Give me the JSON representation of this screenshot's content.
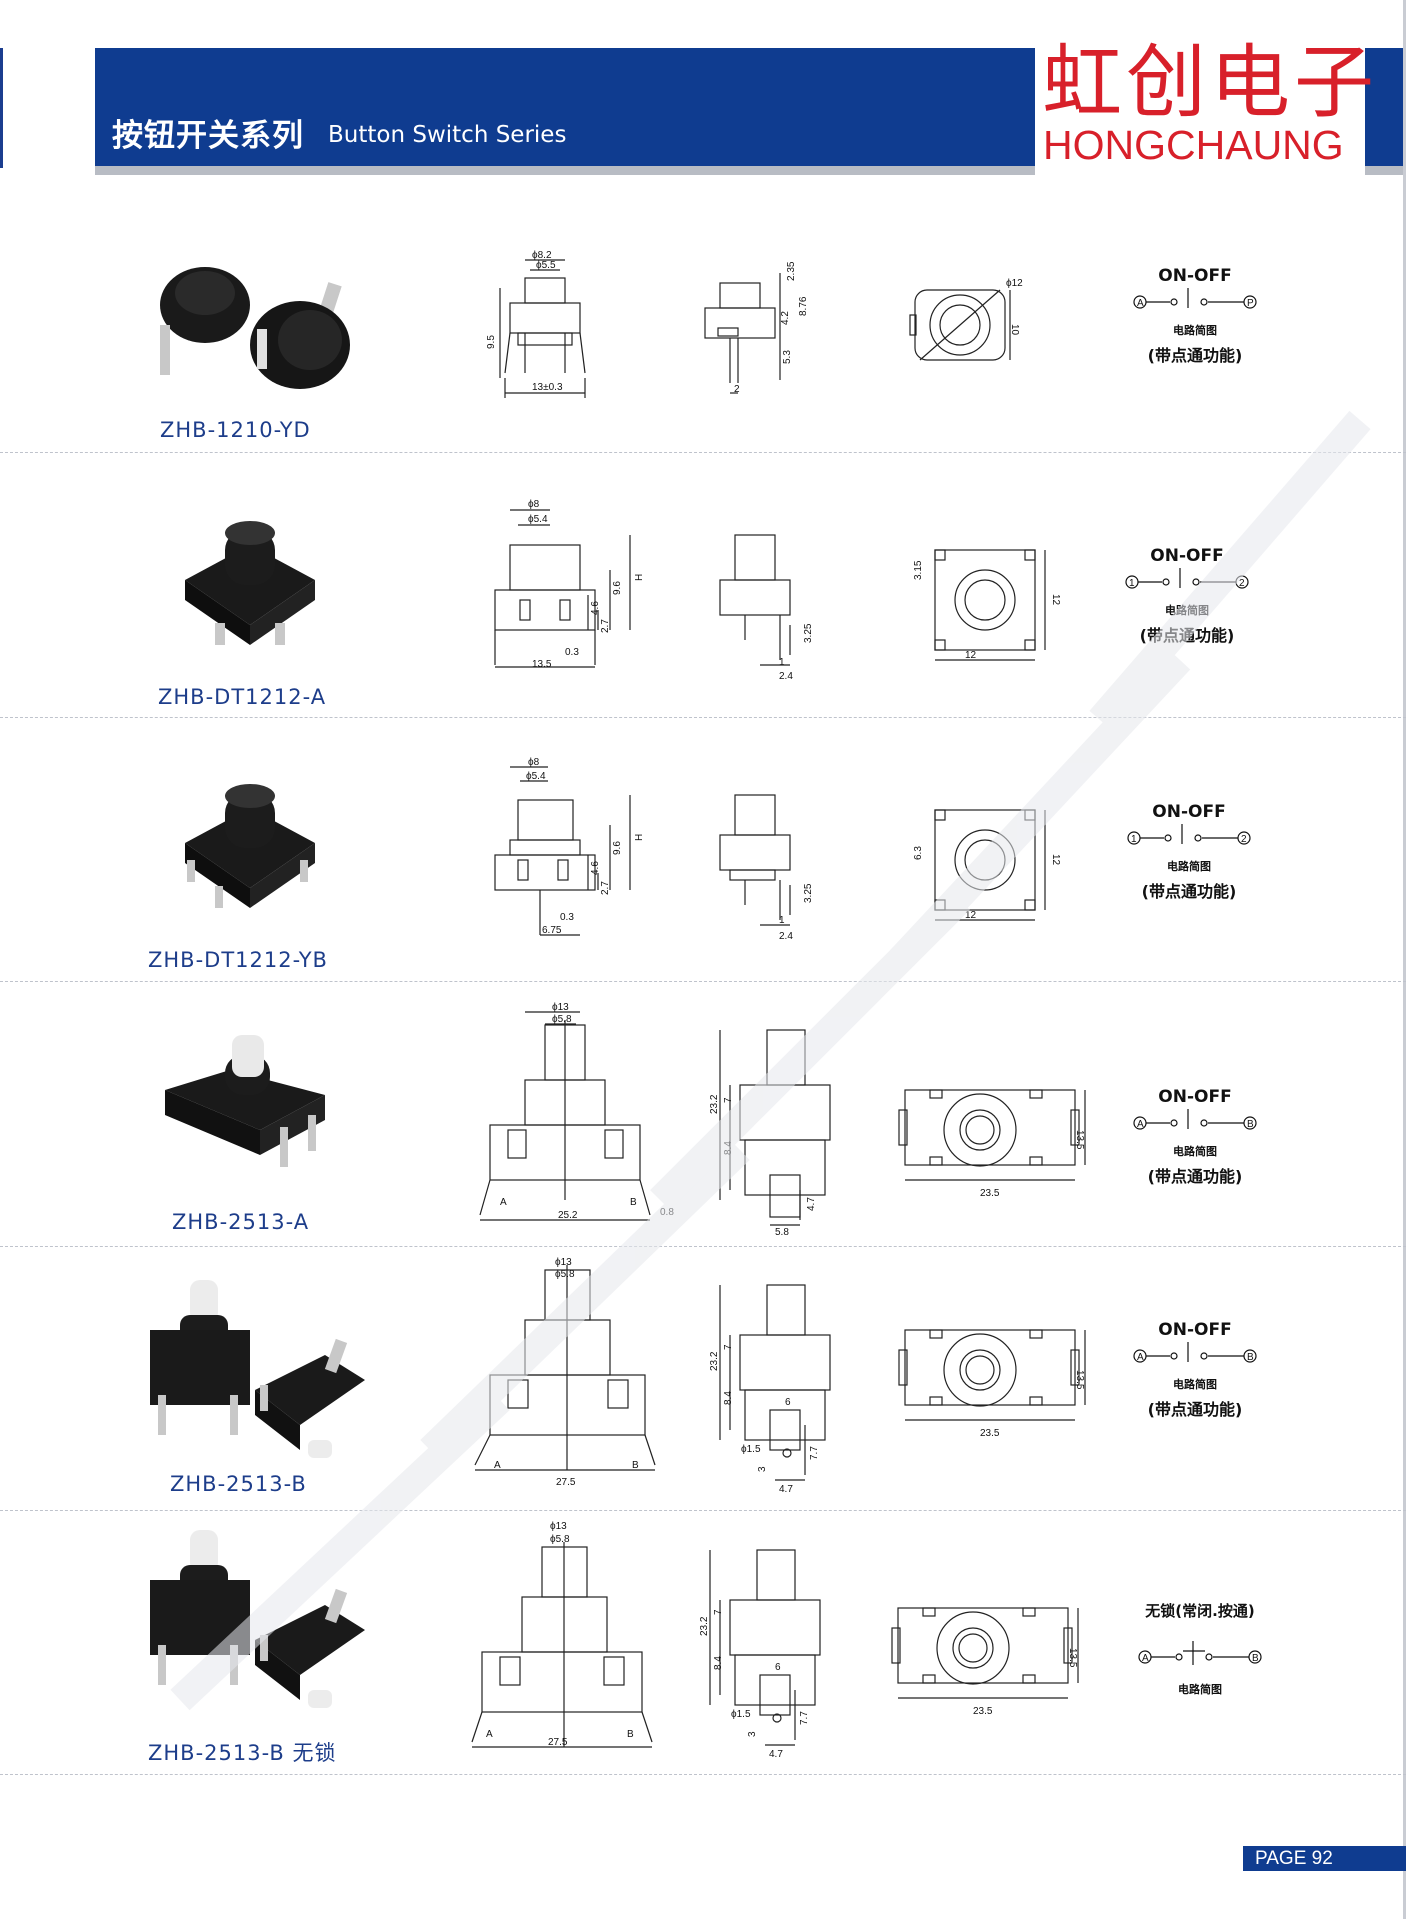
{
  "header": {
    "title_cn": "按钮开关系列",
    "title_en": "Button Switch Series",
    "brand_cn": "虹创电子",
    "brand_en": "HONGCHAUNG"
  },
  "products": [
    {
      "model": "ZHB-1210-YD",
      "dims": {
        "d1": "ϕ8.2",
        "d2": "ϕ5.5",
        "h": "9.5",
        "w": "13±0.3",
        "s1": "2.35",
        "s2": "4.2",
        "s3": "8.76",
        "s4": "5.3",
        "s5": "2",
        "t1": "ϕ12",
        "t2": "10"
      },
      "circuit": {
        "title": "ON-OFF",
        "left": "A",
        "right": "P",
        "caption": "电路简图",
        "function": "(带点通功能)"
      }
    },
    {
      "model": "ZHB-DT1212-A",
      "dims": {
        "d1": "ϕ8",
        "d2": "ϕ5.4",
        "h": "H",
        "h2": "9.6",
        "h3": "4.6",
        "h4": "2.7",
        "w": "13.5",
        "w2": "0.3",
        "s1": "3.25",
        "s2": "1",
        "s3": "2.4",
        "t1": "3.15",
        "t2": "12",
        "t3": "12"
      },
      "circuit": {
        "title": "ON-OFF",
        "left": "1",
        "right": "2",
        "caption": "电路简图",
        "function": "(带点通功能)"
      }
    },
    {
      "model": "ZHB-DT1212-YB",
      "dims": {
        "d1": "ϕ8",
        "d2": "ϕ5.4",
        "h": "H",
        "h2": "9.6",
        "h3": "4.6",
        "h4": "2.7",
        "w": "6.75",
        "w2": "0.3",
        "s1": "3.25",
        "s2": "1",
        "s3": "2.4",
        "t1": "6.3",
        "t2": "12",
        "t3": "12"
      },
      "circuit": {
        "title": "ON-OFF",
        "left": "1",
        "right": "2",
        "caption": "电路简图",
        "function": "(带点通功能)"
      }
    },
    {
      "model": "ZHB-2513-A",
      "dims": {
        "d1": "ϕ13",
        "d2": "ϕ5.8",
        "w": "25.2",
        "w2": "0.8",
        "la": "A",
        "lb": "B",
        "s1": "23.2",
        "s2": "7",
        "s3": "8.4",
        "s4": "4.7",
        "s5": "5.8",
        "t1": "23.5",
        "t2": "13.5"
      },
      "circuit": {
        "title": "ON-OFF",
        "left": "A",
        "right": "B",
        "caption": "电路简图",
        "function": "(带点通功能)"
      }
    },
    {
      "model": "ZHB-2513-B",
      "dims": {
        "d1": "ϕ13",
        "d2": "ϕ5.8",
        "w": "27.5",
        "la": "A",
        "lb": "B",
        "s1": "23.2",
        "s2": "7",
        "s3": "8.4",
        "s4": "6",
        "s5": "ϕ1.5",
        "s6": "3",
        "s7": "7.7",
        "s8": "4.7",
        "t1": "23.5",
        "t2": "13.5"
      },
      "circuit": {
        "title": "ON-OFF",
        "left": "A",
        "right": "B",
        "caption": "电路简图",
        "function": "(带点通功能)"
      }
    },
    {
      "model": "ZHB-2513-B 无锁",
      "dims": {
        "d1": "ϕ13",
        "d2": "ϕ5.8",
        "w": "27.5",
        "la": "A",
        "lb": "B",
        "s1": "23.2",
        "s2": "7",
        "s3": "8.4",
        "s4": "6",
        "s5": "ϕ1.5",
        "s6": "3",
        "s7": "7.7",
        "s8": "4.7",
        "t1": "23.5",
        "t2": "13.5"
      },
      "circuit": {
        "title": "无锁(常闭.按通)",
        "left": "A",
        "right": "B",
        "caption": "电路简图",
        "function": ""
      }
    }
  ],
  "footer": {
    "page": "PAGE 92"
  },
  "colors": {
    "header_blue": "#0f3c90",
    "brand_red": "#d8202a",
    "model_blue": "#1d3d8a"
  }
}
